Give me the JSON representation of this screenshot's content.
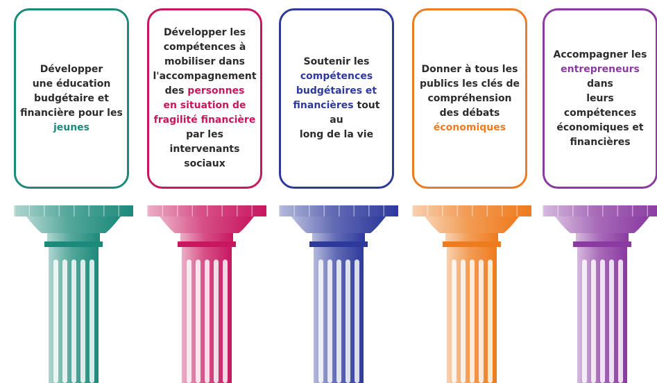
{
  "pillars": [
    {
      "color": "#1c8a7a",
      "lines": [
        [
          {
            "t": "Développer"
          }
        ],
        [
          {
            "t": "une éducation"
          }
        ],
        [
          {
            "t": "budgétaire et"
          }
        ],
        [
          {
            "t": "financière pour les"
          }
        ],
        [
          {
            "t": "jeunes",
            "hl": true
          }
        ]
      ]
    },
    {
      "color": "#c8175f",
      "lines": [
        [
          {
            "t": "Développer les"
          }
        ],
        [
          {
            "t": "compétences à"
          }
        ],
        [
          {
            "t": "mobiliser dans"
          }
        ],
        [
          {
            "t": "l'accompagnement"
          }
        ],
        [
          {
            "t": "des "
          },
          {
            "t": "personnes",
            "hl": true
          }
        ],
        [
          {
            "t": "en situation de",
            "hl": true
          }
        ],
        [
          {
            "t": "fragilité financière",
            "hl": true
          }
        ],
        [
          {
            "t": "par les intervenants"
          }
        ],
        [
          {
            "t": "sociaux"
          }
        ]
      ]
    },
    {
      "color": "#2e3a9b",
      "lines": [
        [
          {
            "t": "Soutenir les"
          }
        ],
        [
          {
            "t": "compétences",
            "hl": true
          }
        ],
        [
          {
            "t": "budgétaires et",
            "hl": true
          }
        ],
        [
          {
            "t": "financières",
            "hl": true
          },
          {
            "t": " tout au"
          }
        ],
        [
          {
            "t": "long de la vie"
          }
        ]
      ]
    },
    {
      "color": "#ee7b1e",
      "lines": [
        [
          {
            "t": "Donner à tous les"
          }
        ],
        [
          {
            "t": "publics les clés de"
          }
        ],
        [
          {
            "t": "compréhension"
          }
        ],
        [
          {
            "t": "des débats"
          }
        ],
        [
          {
            "t": "économiques",
            "hl": true
          }
        ]
      ]
    },
    {
      "color": "#8a3aa0",
      "lines": [
        [
          {
            "t": "Accompagner les"
          }
        ],
        [
          {
            "t": "entrepreneurs",
            "hl": true
          },
          {
            "t": " dans"
          }
        ],
        [
          {
            "t": "leurs compétences"
          }
        ],
        [
          {
            "t": "économiques et"
          }
        ],
        [
          {
            "t": "financières"
          }
        ]
      ]
    }
  ]
}
